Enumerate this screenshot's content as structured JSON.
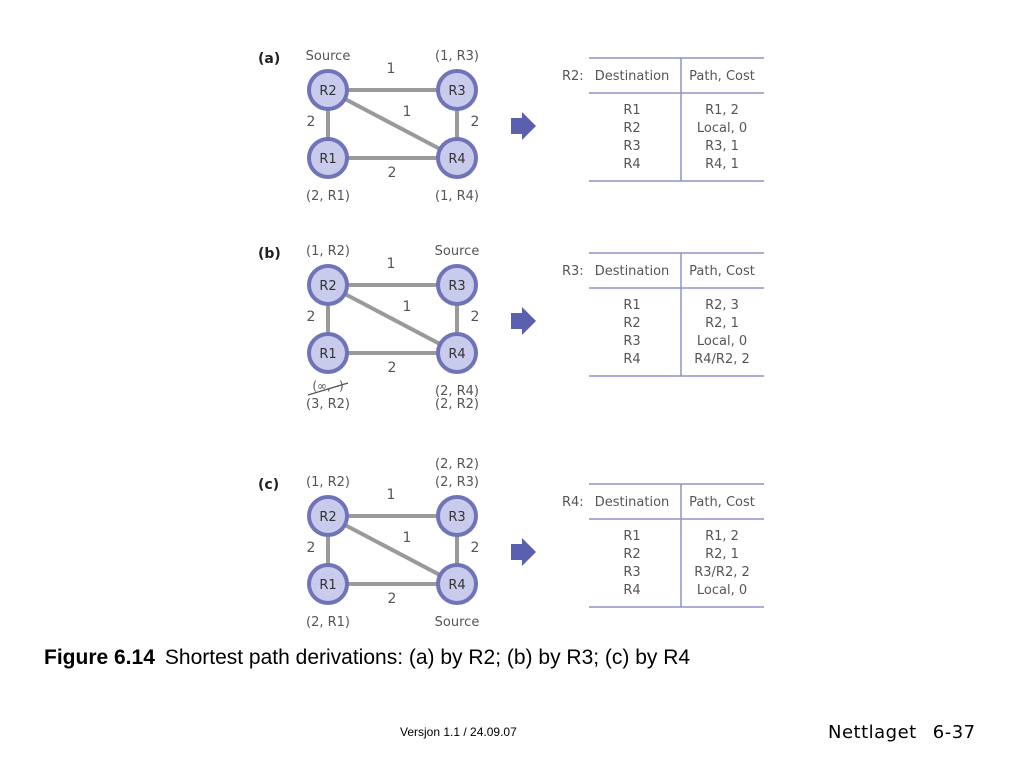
{
  "panels": [
    {
      "id": "a",
      "label": "(a)",
      "node_labels": {
        "R2": "Source",
        "R3": "(1, R3)",
        "R1": "(2, R1)",
        "R4": "(1, R4)"
      },
      "node_labels_extra": {
        "R3_top": "",
        "R4_second": "",
        "R1_crossed": ""
      },
      "table": {
        "router": "R2:",
        "headers": [
          "Destination",
          "Path, Cost"
        ],
        "rows": [
          [
            "R1",
            "R1, 2"
          ],
          [
            "R2",
            "Local, 0"
          ],
          [
            "R3",
            "R3, 1"
          ],
          [
            "R4",
            "R4, 1"
          ]
        ]
      }
    },
    {
      "id": "b",
      "label": "(b)",
      "node_labels": {
        "R2": "(1, R2)",
        "R3": "Source",
        "R1": "(3, R2)",
        "R4": "(2, R4)"
      },
      "node_labels_extra": {
        "R3_top": "",
        "R4_second": "(2, R2)",
        "R1_crossed": "(∞, -)"
      },
      "table": {
        "router": "R3:",
        "headers": [
          "Destination",
          "Path, Cost"
        ],
        "rows": [
          [
            "R1",
            "R2, 3"
          ],
          [
            "R2",
            "R2, 1"
          ],
          [
            "R3",
            "Local, 0"
          ],
          [
            "R4",
            "R4/R2, 2"
          ]
        ]
      }
    },
    {
      "id": "c",
      "label": "(c)",
      "node_labels": {
        "R2": "(1, R2)",
        "R3": "(2, R3)",
        "R1": "(2, R1)",
        "R4": "Source"
      },
      "node_labels_extra": {
        "R3_top": "(2, R2)",
        "R4_second": "",
        "R1_crossed": ""
      },
      "table": {
        "router": "R4:",
        "headers": [
          "Destination",
          "Path, Cost"
        ],
        "rows": [
          [
            "R1",
            "R1, 2"
          ],
          [
            "R2",
            "R2, 1"
          ],
          [
            "R3",
            "R3/R2, 2"
          ],
          [
            "R4",
            "Local, 0"
          ]
        ]
      }
    }
  ],
  "graph": {
    "nodes": [
      "R2",
      "R3",
      "R1",
      "R4"
    ],
    "edges": [
      {
        "from": "R2",
        "to": "R3",
        "cost": "1"
      },
      {
        "from": "R2",
        "to": "R4",
        "cost": "1"
      },
      {
        "from": "R2",
        "to": "R1",
        "cost": "2"
      },
      {
        "from": "R3",
        "to": "R4",
        "cost": "2"
      },
      {
        "from": "R1",
        "to": "R4",
        "cost": "2"
      }
    ]
  },
  "caption": {
    "figure": "Figure 6.14",
    "text": "Shortest path derivations: (a) by R2; (b) by R3; (c) by R4"
  },
  "footer": {
    "version": "Versjon 1.1 / 24.09.07",
    "course": "Nettlaget",
    "page": "6-37"
  },
  "colors": {
    "node_fill": "#c9cbec",
    "node_stroke": "#6f73b8",
    "edge": "#9a9a9a",
    "arrow": "#5b5fb0",
    "table_line": "#8f92c9",
    "text_gray": "#555555"
  }
}
